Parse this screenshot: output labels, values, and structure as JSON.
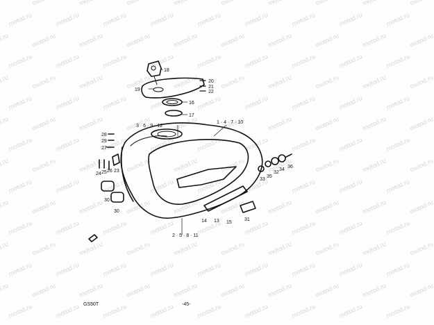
{
  "watermark": {
    "text": "motod.ru"
  },
  "colors": {
    "ink": "#111111",
    "watermark": "#d6d6d6"
  },
  "footer": {
    "model": "GS50T",
    "page": "-45-"
  },
  "callouts": {
    "c1_4_7_10": "1 · 4 · 7 · 10",
    "c2_5_8_11": "2 · 5 · 8 · 11",
    "c3_6_9_12": "3 · 6 · 9 · 12",
    "c13": "13",
    "c14": "14",
    "c15": "15",
    "c16": "16",
    "c17": "17",
    "c18": "18",
    "c19": "19",
    "c20": "20",
    "c21": "21",
    "c22": "22",
    "c23": "23",
    "c24": "24",
    "c25": "25",
    "c26": "26",
    "c27": "27",
    "c28": "28",
    "c29": "29",
    "c30a": "30",
    "c30b": "30",
    "c31": "31",
    "c32": "32",
    "c33": "33",
    "c34": "34",
    "c35": "35",
    "c36": "36"
  }
}
